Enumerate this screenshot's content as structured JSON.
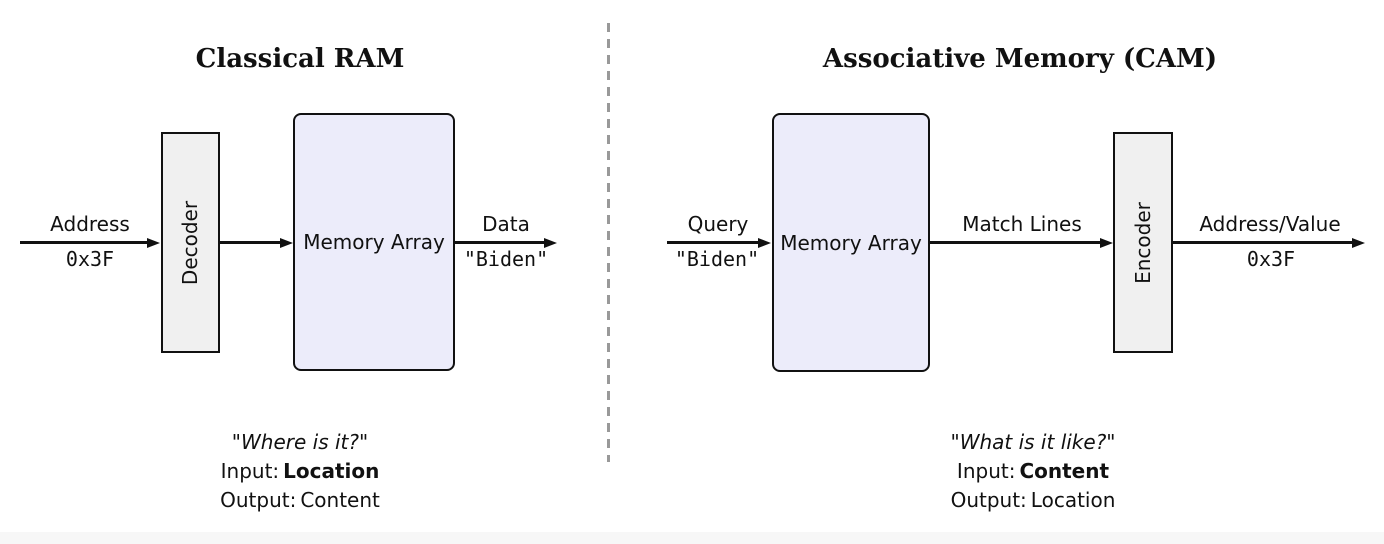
{
  "left_panel": {
    "title": "Classical RAM",
    "arrow_in": {
      "top": "Address",
      "bottom": "0x3F"
    },
    "decoder_label": "Decoder",
    "memory_label": "Memory Array",
    "arrow_out": {
      "top": "Data",
      "bottom": "\"Biden\""
    },
    "caption": {
      "quote": "\"Where is it?\"",
      "input_key": "Input:",
      "input_value": "Location",
      "output_key": "Output:",
      "output_value": "Content"
    }
  },
  "right_panel": {
    "title": "Associative Memory (CAM)",
    "arrow_in": {
      "top": "Query",
      "bottom": "\"Biden\""
    },
    "memory_label": "Memory Array",
    "match_label": "Match Lines",
    "encoder_label": "Encoder",
    "arrow_out": {
      "top": "Address/Value",
      "bottom": "0x3F"
    },
    "caption": {
      "quote": "\"What is it like?\"",
      "input_key": "Input:",
      "input_value": "Content",
      "output_key": "Output:",
      "output_value": "Location"
    }
  },
  "colors": {
    "memory_fill": "#ECECFA",
    "stage_fill": "#F0F0F0",
    "line": "#111111",
    "divider": "#999999"
  }
}
